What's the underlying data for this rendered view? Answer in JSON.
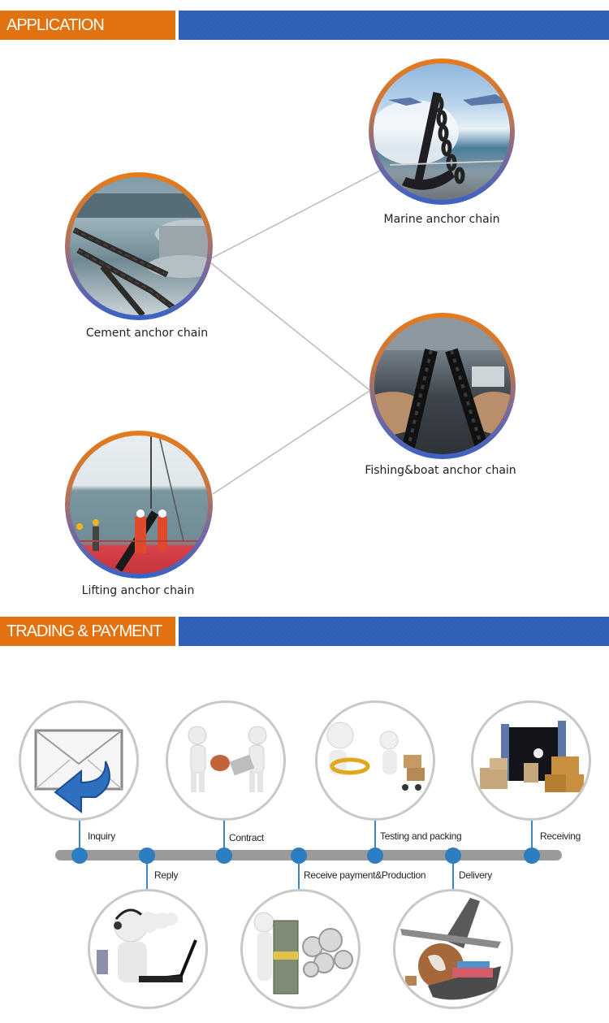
{
  "sections": {
    "application": {
      "title": "APPLICATION",
      "items": [
        {
          "label": "Marine anchor chain",
          "image": "anchor-wave-photo"
        },
        {
          "label": "Cement anchor chain",
          "image": "windlass-chain-photo"
        },
        {
          "label": "Fishing&boat anchor chain",
          "image": "deck-chain-photo"
        },
        {
          "label": "Lifting  anchor chain",
          "image": "lifting-chain-photo"
        }
      ]
    },
    "trading": {
      "title": "TRADING & PAYMENT",
      "steps": [
        {
          "label": "Inquiry",
          "image": "mail-reply-icon"
        },
        {
          "label": "Reply",
          "image": "call-center-icon"
        },
        {
          "label": "Contract",
          "image": "contract-stamp-icon"
        },
        {
          "label": "Receive payment&Production",
          "image": "money-gears-icon"
        },
        {
          "label": "Testing and packing",
          "image": "inspection-packing-icon"
        },
        {
          "label": "Delivery",
          "image": "plane-ship-globe-icon"
        },
        {
          "label": "Receiving",
          "image": "container-boxes-icon"
        }
      ]
    }
  },
  "colors": {
    "header_orange": "#e2720f",
    "header_blue": "#3161b7",
    "timeline_gray": "#9a9a9a",
    "timeline_dot": "#2d7ec0",
    "ring_top": "#e57a1c",
    "ring_bottom": "#3a62c4"
  }
}
